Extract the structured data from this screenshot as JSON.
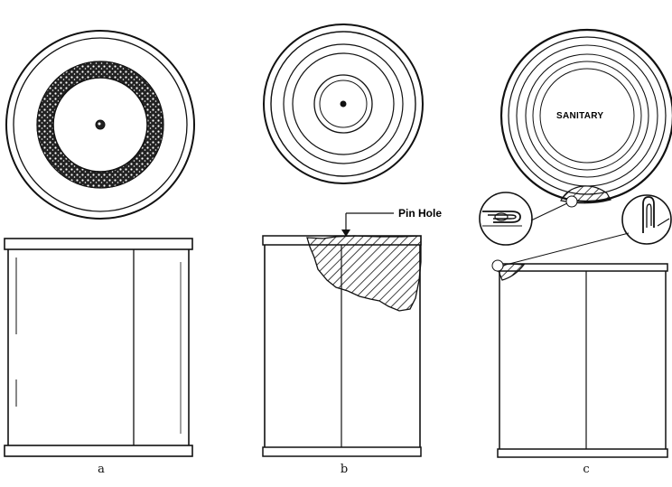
{
  "panels": [
    {
      "id": "a",
      "label": "a"
    },
    {
      "id": "b",
      "label": "b"
    },
    {
      "id": "c",
      "label": "c"
    }
  ],
  "callouts": {
    "pin_hole": "Pin Hole",
    "sanitary": "SANITARY"
  },
  "colors": {
    "ink": "#111111",
    "paper": "#ffffff"
  }
}
